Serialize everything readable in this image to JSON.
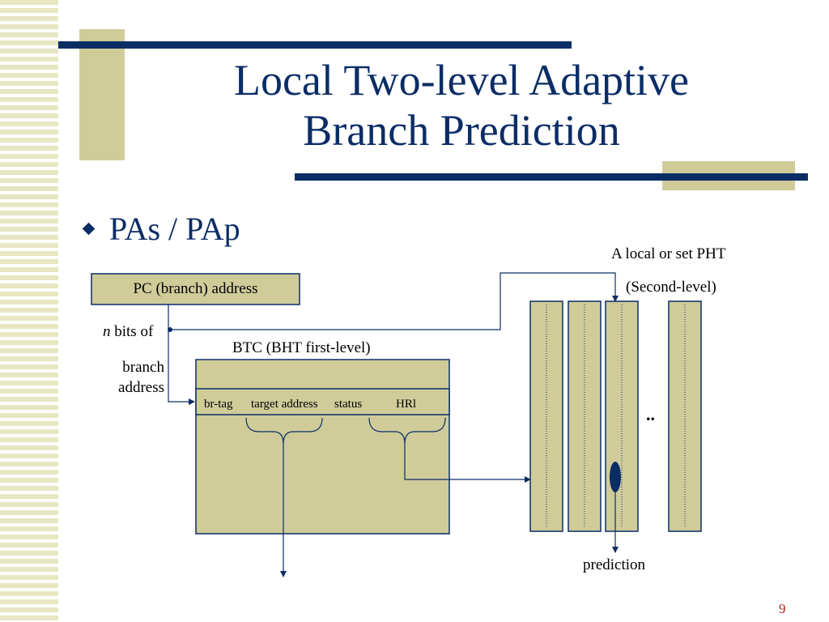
{
  "slide": {
    "title_line1": "Local Two-level Adaptive",
    "title_line2": "Branch Prediction",
    "bullet": "PAs / PAp",
    "page_number": "9"
  },
  "diagram": {
    "pc_box": "PC (branch) address",
    "n_label": "n",
    "bits_of": "bits of",
    "branch": "branch",
    "address": "address",
    "btc_label": "BTC (BHT first-level)",
    "fields": {
      "br_tag": "br-tag",
      "target_address": "target address",
      "status": "status",
      "hrl": "HRl"
    },
    "pht_label_1": "A local or set PHT",
    "pht_label_2": "(Second-level)",
    "dots": "..",
    "prediction": "prediction"
  },
  "colors": {
    "navy": "#0b2d66",
    "khaki": "#cfcc9a",
    "stripe": "#e6e6c3"
  }
}
